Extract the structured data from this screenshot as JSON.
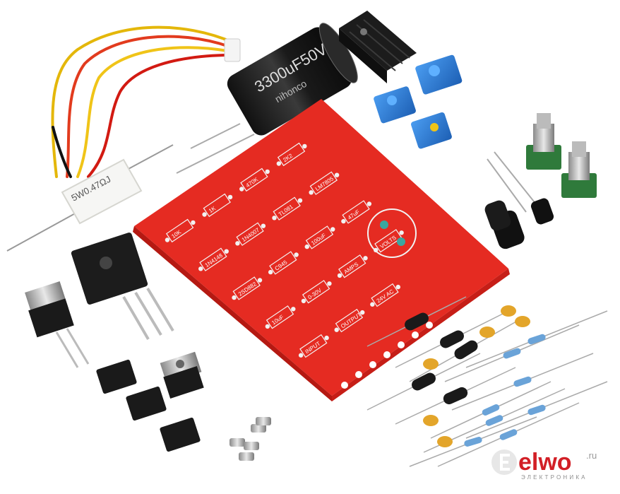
{
  "capacitor_label": "3300uF50V",
  "capacitor_brand": "nihonco",
  "resistor_label": "5W0.47ΩJ",
  "pcb_labels": [
    "10K",
    "1K",
    "470K",
    "2K2",
    "1N4148",
    "1N4007",
    "TL081",
    "LM7805",
    "2SD882",
    "C945",
    "100uF",
    "47uF",
    "10uF",
    "0-30V",
    "AMPS",
    "VOLTS",
    "INPUT",
    "OUTPUT",
    "24V AC"
  ],
  "logo": {
    "name": "elwo",
    "tld": ".ru",
    "tagline": "ЭЛЕКТРОНИКА",
    "accent_color": "#d21f26"
  },
  "colors": {
    "pcb": "#e52b22",
    "pcb_dark": "#c61e17",
    "pad": "#f2f2f2",
    "pot": "#2d7ed6"
  }
}
